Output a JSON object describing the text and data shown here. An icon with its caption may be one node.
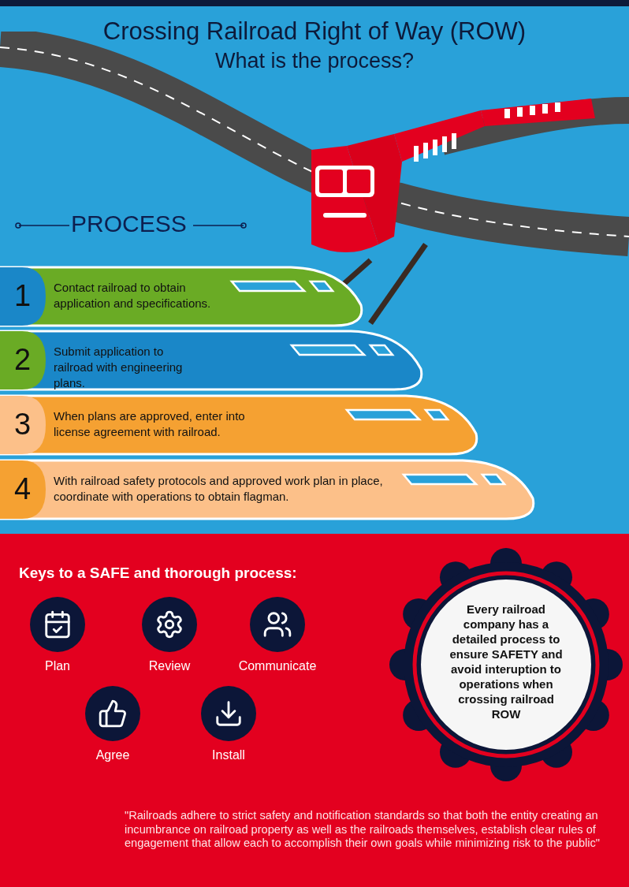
{
  "diagram": {
    "title": "Crossing Railroad Right of Way (ROW)",
    "nodes": [
      {
        "text": [
          "1",
          "Contact railroad to obtain application and specifications."
        ]
      },
      {
        "text": [
          "2",
          "Submit application to railroad with engineering plans."
        ]
      },
      {
        "text": [
          "3",
          "When plans are approved, enter into license agreement with railroad."
        ]
      },
      {
        "text": [
          "4",
          "With railroad safety protocols and approved work plan in place, coordinate with operations to obtain flagman."
        ]
      },
      {
        "text": [
          "Plan"
        ]
      },
      {
        "text": [
          "Review"
        ]
      },
      {
        "text": [
          "Communicate"
        ]
      },
      {
        "text": [
          "Agree"
        ]
      },
      {
        "text": [
          "Install"
        ]
      },
      {
        "text": [
          "Every railroad company has a detailed process to ensure SAFETY and avoid interuption to operations when crossing railroad ROW"
        ]
      }
    ],
    "labels": [
      "What is the process?",
      "PROCESS",
      "Keys to a SAFE and thorough process:",
      "\"Railroads adhere to strict safety and notification standards so that both the entity creating an incumbrance on railroad property as well as the railroads themselves, establish clear rules of engagement that allow each to accomplish their own goals while minimizing risk to the public\""
    ]
  }
}
